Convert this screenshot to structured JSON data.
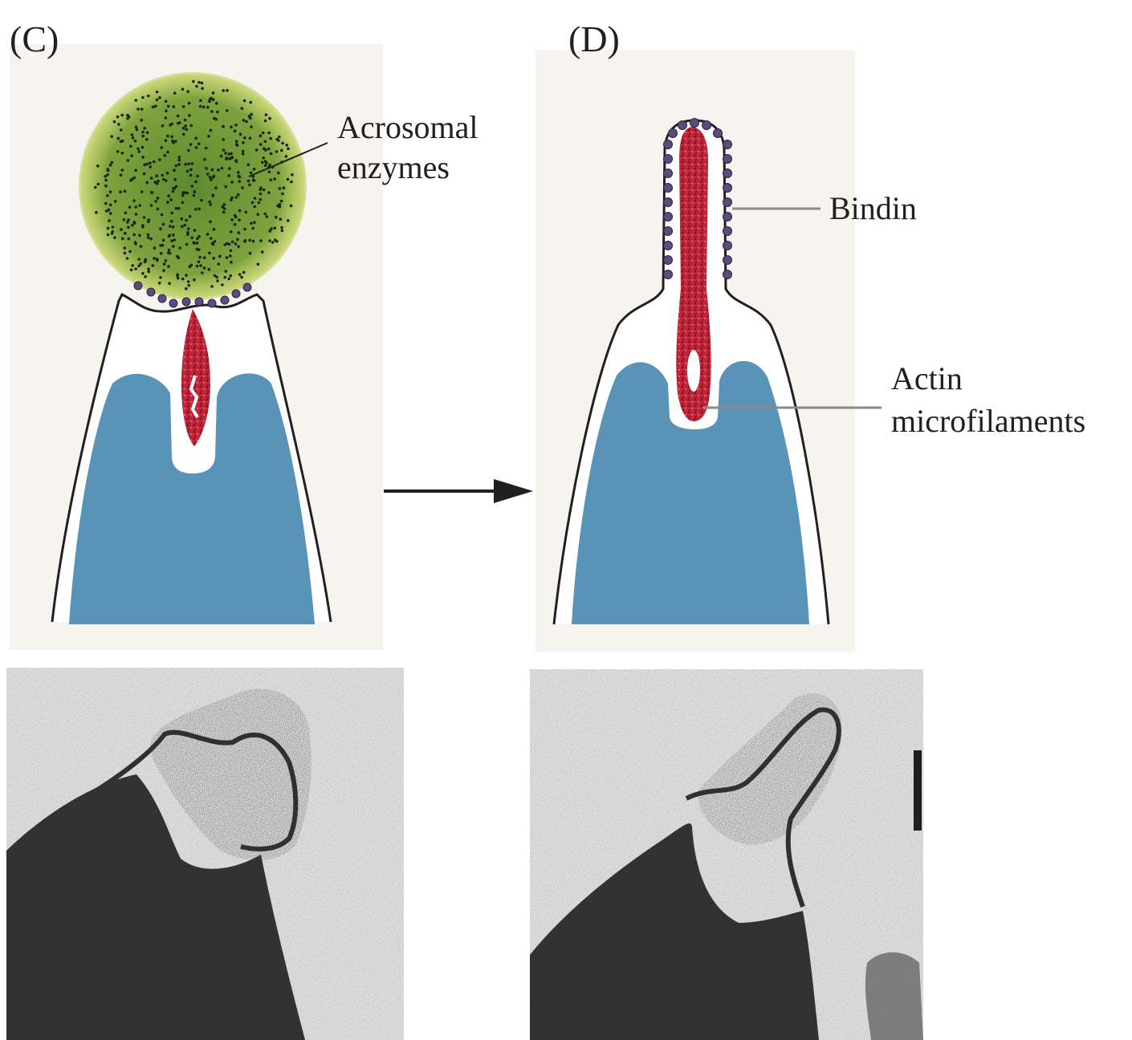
{
  "panels": {
    "c": {
      "letter": "(C)",
      "callout": {
        "line1": "Acrosomal",
        "line2": "enzymes"
      }
    },
    "d": {
      "letter": "(D)",
      "callouts": [
        {
          "line1": "Bindin"
        },
        {
          "line1": "Actin",
          "line2": "microfilaments"
        }
      ]
    }
  },
  "colors": {
    "panel_bg": "#f6f4ef",
    "nucleus": "#5a93b8",
    "actin": "#c0263a",
    "actin_dark": "#7d1020",
    "enzyme_cloud": "#6f9a3a",
    "bindin_dots": "#5d4b7e",
    "outline": "#231f20",
    "leader_line": "#8a8a8a"
  },
  "icons": [
    "arrow-right-icon"
  ]
}
